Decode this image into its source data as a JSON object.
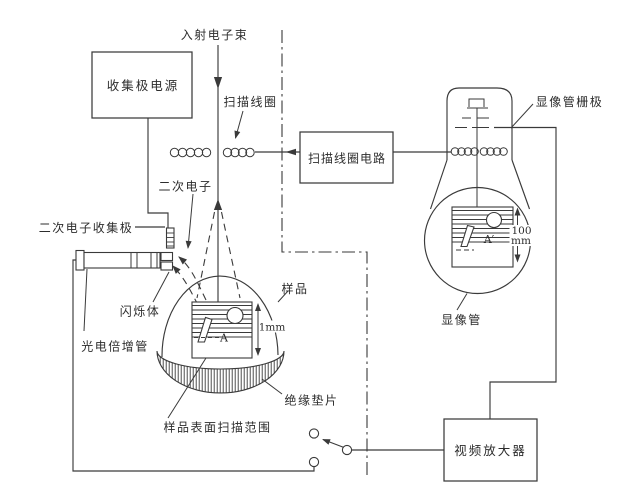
{
  "colors": {
    "line": "#3a3a3a",
    "text": "#2d2d2d",
    "background": "#ffffff"
  },
  "labels": {
    "incident_beam": "入射电子束",
    "scan_coil": "扫描线圈",
    "secondary_electrons": "二次电子",
    "se_collector": "二次电子收集极",
    "scintillator": "闪烁体",
    "pmt": "光电倍增管",
    "sample": "样品",
    "sample_scan_range": "样品表面扫描范围",
    "insulating_washer": "绝缘垫片",
    "crt": "显像管",
    "crt_grid": "显像管栅极",
    "point_a": "A",
    "point_a_prime": "A′"
  },
  "boxes": {
    "collector_supply": "收集极电源",
    "scan_coil_circuit": "扫描线圈电路",
    "video_amplifier": "视频放大器"
  },
  "dimensions": {
    "sample_width": "1mm",
    "screen_width_value": "100",
    "screen_width_unit": "mm"
  }
}
